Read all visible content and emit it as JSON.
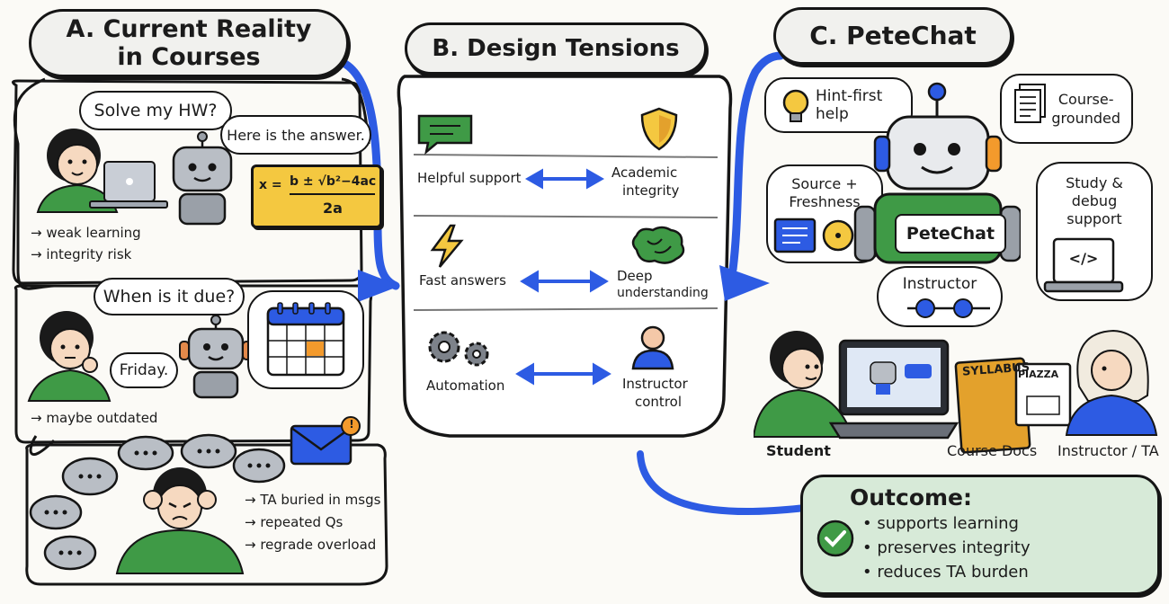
{
  "panel_a": {
    "title_line1": "A. Current Reality",
    "title_line2": "in Courses",
    "scene1": {
      "student_bubble": "Solve my HW?",
      "robot_bubble": "Here is the answer.",
      "formula_lhs": "x =",
      "formula_num": "b ± √b²−4ac",
      "formula_den": "2a",
      "consequences": [
        "→ weak learning",
        "→ integrity risk"
      ]
    },
    "scene2": {
      "student_bubble": "When is it due?",
      "robot_bubble": "Friday.",
      "consequences": [
        "→ maybe outdated"
      ]
    },
    "scene3": {
      "email_badge": "!",
      "consequences": [
        "→ TA buried in msgs",
        "→ repeated Qs",
        "→ regrade overload"
      ]
    }
  },
  "panel_b": {
    "title": "B. Design Tensions",
    "tensions": [
      {
        "left": "Helpful support",
        "right_line1": "Academic",
        "right_line2": "integrity"
      },
      {
        "left": "Fast answers",
        "right_line1": "Deep",
        "right_line2": "understanding"
      },
      {
        "left": "Automation",
        "right_line1": "Instructor",
        "right_line2": "control"
      }
    ]
  },
  "panel_c": {
    "title": "C. PeteChat",
    "features": {
      "hint_line1": "Hint-first",
      "hint_line2": "help",
      "course_line1": "Course-",
      "course_line2": "grounded",
      "source_line1": "Source +",
      "source_line2": "Freshness",
      "study_line1": "Study &",
      "study_line2": "debug",
      "study_line3": "support",
      "code_glyph": "</>"
    },
    "robot_label": "PeteChat",
    "instructor_label": "Instructor",
    "syllabus_label": "SYLLABUS",
    "piazza_label": "PIAZZA",
    "people": {
      "student": "Student",
      "docs": "Course Docs",
      "instructor": "Instructor / TA"
    }
  },
  "outcome": {
    "title": "Outcome:",
    "items": [
      "• supports learning",
      "• preserves integrity",
      "• reduces TA burden"
    ]
  },
  "colors": {
    "blue_arrow": "#2d5be3",
    "green": "#3f9a46",
    "outcome_bg": "#d7ead8"
  }
}
